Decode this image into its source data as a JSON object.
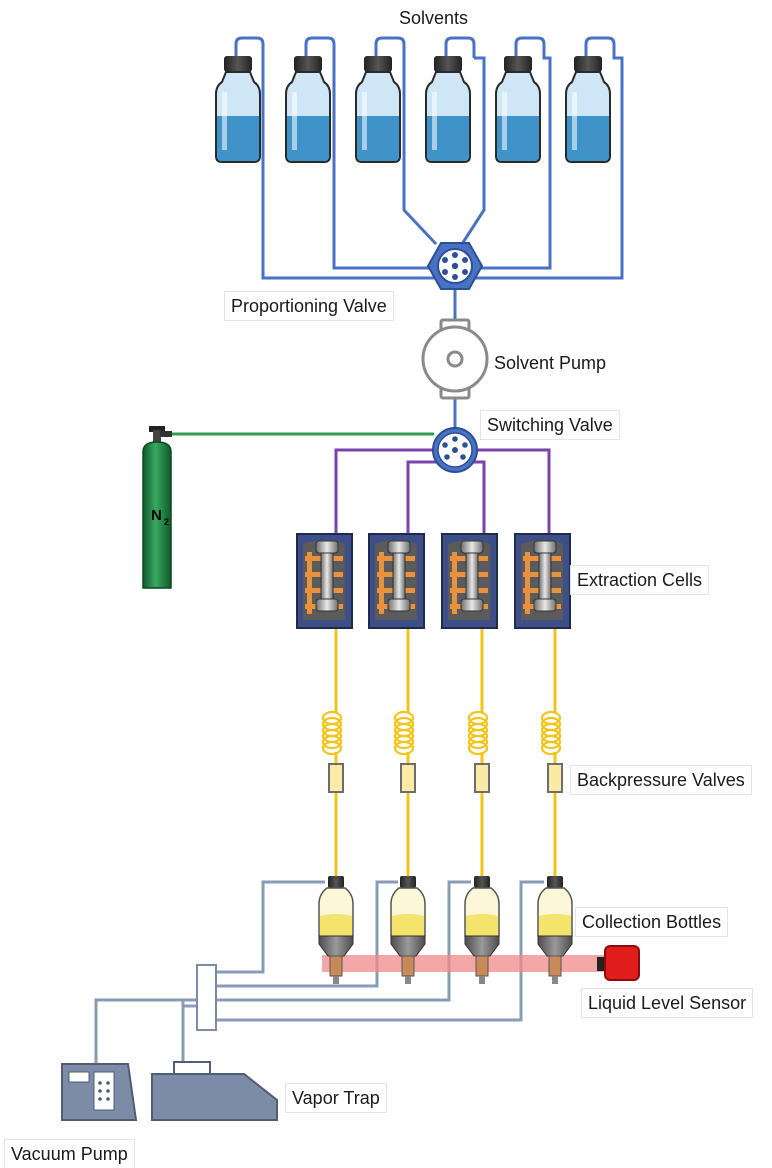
{
  "labels": {
    "solvents": "Solvents",
    "proportioning_valve": "Proportioning Valve",
    "solvent_pump": "Solvent Pump",
    "switching_valve": "Switching Valve",
    "extraction_cells": "Extraction Cells",
    "backpressure_valves": "Backpressure Valves",
    "collection_bottles": "Collection Bottles",
    "liquid_level_sensor": "Liquid Level Sensor",
    "vapor_trap": "Vapor Trap",
    "vacuum_pump": "Vacuum Pump"
  },
  "gas_cylinder": {
    "label": "N",
    "subscript": "2"
  },
  "counts": {
    "solvent_bottles": 6,
    "extraction_cells": 4,
    "collection_bottles": 4
  },
  "colors": {
    "solvent_line": "#4a72c4",
    "nitrogen_line": "#2e9e4f",
    "distribution_line": "#7a44a8",
    "extract_line": "#f2c418",
    "vacuum_line": "#8a9bb5",
    "cylinder": "#1f7a3e",
    "sensor": "#e11c1c",
    "sensor_beam": "#f08a8a",
    "cell_body": "#3d4f86",
    "device_body": "#7c8ca6"
  },
  "icons": [
    "solvent-bottle-icon",
    "hex-valve-icon",
    "pump-icon",
    "rotary-valve-icon",
    "gas-cylinder-icon",
    "extraction-cell-icon",
    "coil-icon",
    "backpressure-valve-icon",
    "collection-bottle-icon",
    "level-sensor-icon",
    "vapor-trap-icon",
    "vacuum-pump-icon",
    "manifold-icon"
  ]
}
